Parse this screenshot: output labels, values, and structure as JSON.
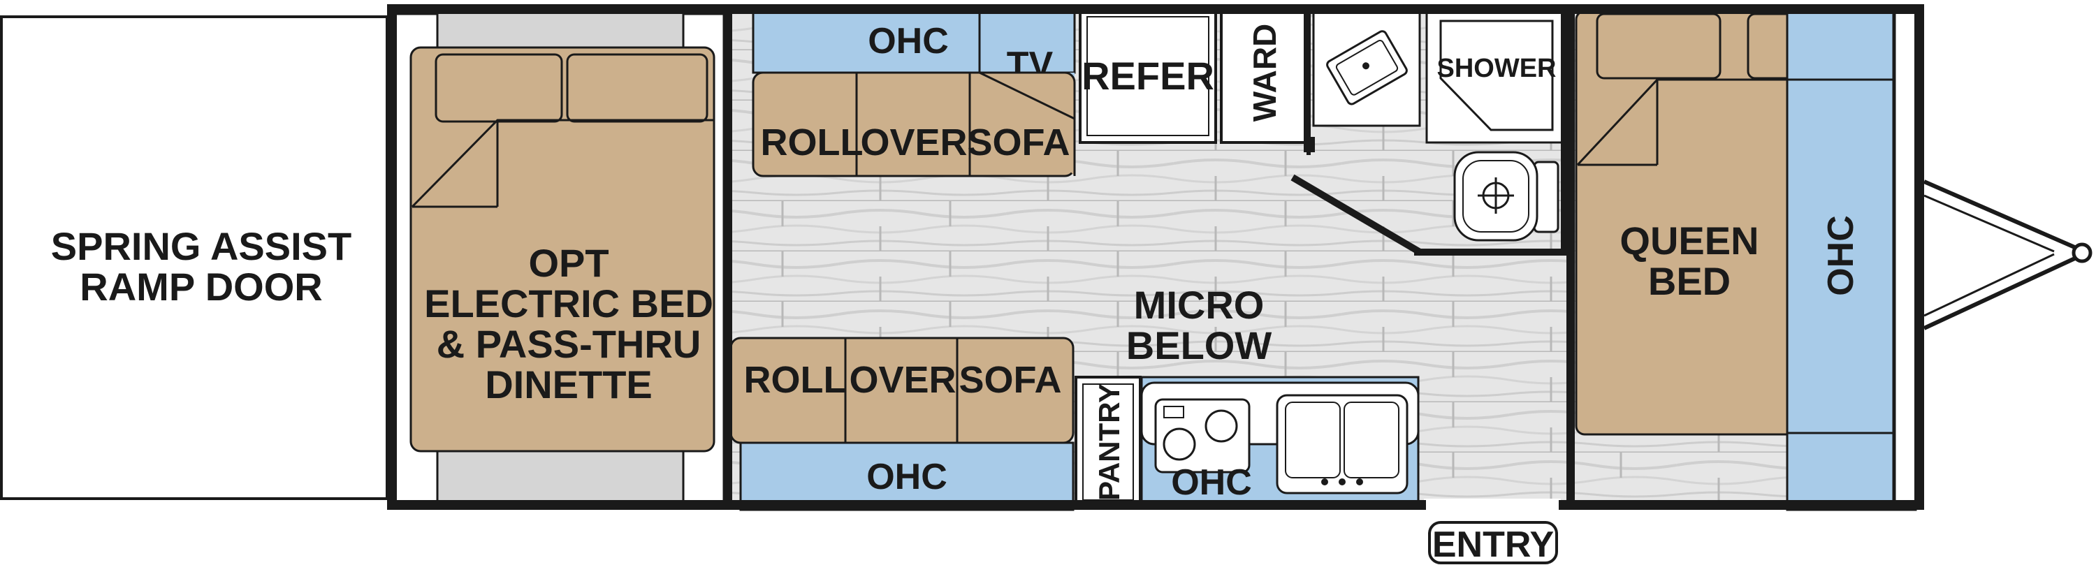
{
  "colors": {
    "wall": "#1a1a1a",
    "tan": "#ccb08c",
    "blue": "#a8cbe8",
    "gray": "#d5d5d5",
    "floor": "#e6e6e6",
    "white": "#ffffff"
  },
  "labels": {
    "ramp_line1": "SPRING ASSIST",
    "ramp_line2": "RAMP DOOR",
    "bed_line1": "OPT",
    "bed_line2": "ELECTRIC BED",
    "bed_line3": "& PASS-THRU",
    "bed_line4": "DINETTE",
    "ohc_top": "OHC",
    "tv": "TV",
    "sofa_top": [
      "ROLL",
      "OVER",
      "SOFA"
    ],
    "refer": "REFER",
    "ward": "WARD",
    "shower": "SHOWER",
    "micro_line1": "MICRO",
    "micro_line2": "BELOW",
    "sofa_bottom": [
      "ROLL",
      "OVER",
      "SOFA"
    ],
    "ohc_bottom": "OHC",
    "pantry": "PANTRY",
    "ohc_kitchen": "OHC",
    "queen_line1": "QUEEN",
    "queen_line2": "BED",
    "ohc_right": "OHC",
    "entry": "ENTRY"
  }
}
